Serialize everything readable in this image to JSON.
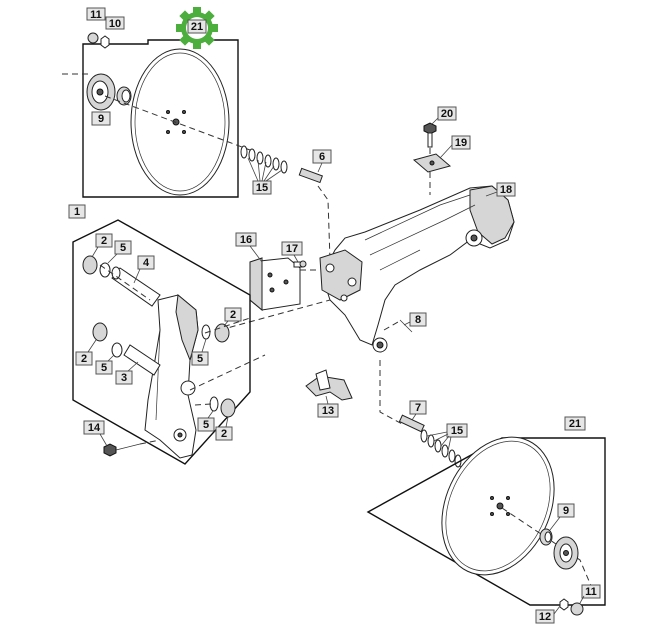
{
  "callouts": {
    "c11_top": "11",
    "c10_top": "10",
    "c21_top": "21",
    "c9_top": "9",
    "c6": "6",
    "c15_top": "15",
    "c20": "20",
    "c19": "19",
    "c18": "18",
    "c1": "1",
    "c2_a": "2",
    "c5_a": "5",
    "c4": "4",
    "c16": "16",
    "c17": "17",
    "c2_b": "2",
    "c8": "8",
    "c2_c": "2",
    "c5_b": "5",
    "c5_c": "5",
    "c3": "3",
    "c5_d": "5",
    "c2_d": "2",
    "c13": "13",
    "c7": "7",
    "c15_bottom": "15",
    "c14": "14",
    "c21_bottom": "21",
    "c9_bottom": "9",
    "c11_bottom": "11",
    "c12": "12"
  },
  "colors": {
    "highlight_gear": "#4cae3c",
    "callout_fill": "#e6e6e6",
    "line": "#222222"
  },
  "icons": {
    "highlight": "gear-icon"
  }
}
